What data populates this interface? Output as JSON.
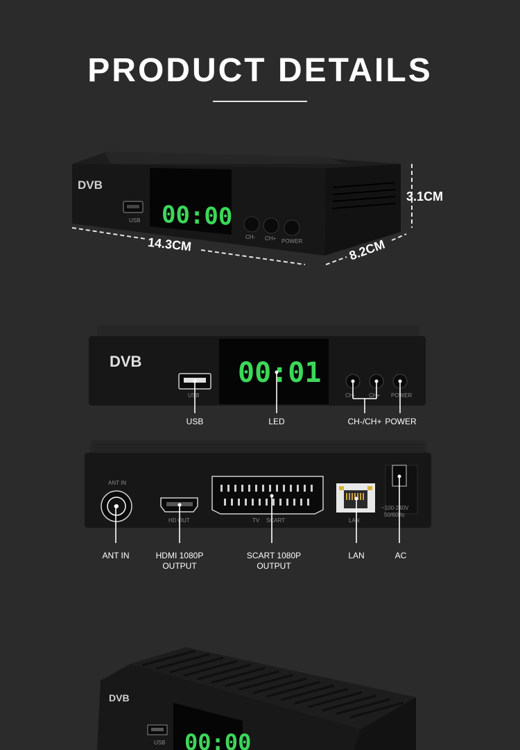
{
  "header": {
    "title": "PRODUCT DETAILS"
  },
  "dimensions": {
    "length": "14.3CM",
    "width": "8.2CM",
    "height": "3.1CM"
  },
  "device": {
    "brand": "DVB",
    "clock_top": "00:00",
    "clock_front": "00:01",
    "clock_bottom": "00:00",
    "usb_marking": "USB",
    "button_markings": [
      "CH-",
      "CH+",
      "POWER"
    ],
    "rear_ant_in": "ANT IN",
    "rear_hdout": "HD OUT",
    "rear_tv": "TV",
    "rear_scart": "SCART",
    "rear_lan": "LAN",
    "rear_power_rating_1": "~100-240V",
    "rear_power_rating_2": "50/60Hz"
  },
  "front_labels": {
    "usb": "USB",
    "led": "LED",
    "channel": "CH-/CH+",
    "power": "POWER"
  },
  "rear_labels": {
    "ant_in": "ANT IN",
    "hdmi_line1": "HDMI 1080P",
    "hdmi_line2": "OUTPUT",
    "scart_line1": "SCART 1080P",
    "scart_line2": "OUTPUT",
    "lan": "LAN",
    "ac": "AC"
  },
  "colors": {
    "background": "#2b2b2b",
    "led_green": "#3cd75a",
    "device_body": "#151515"
  }
}
